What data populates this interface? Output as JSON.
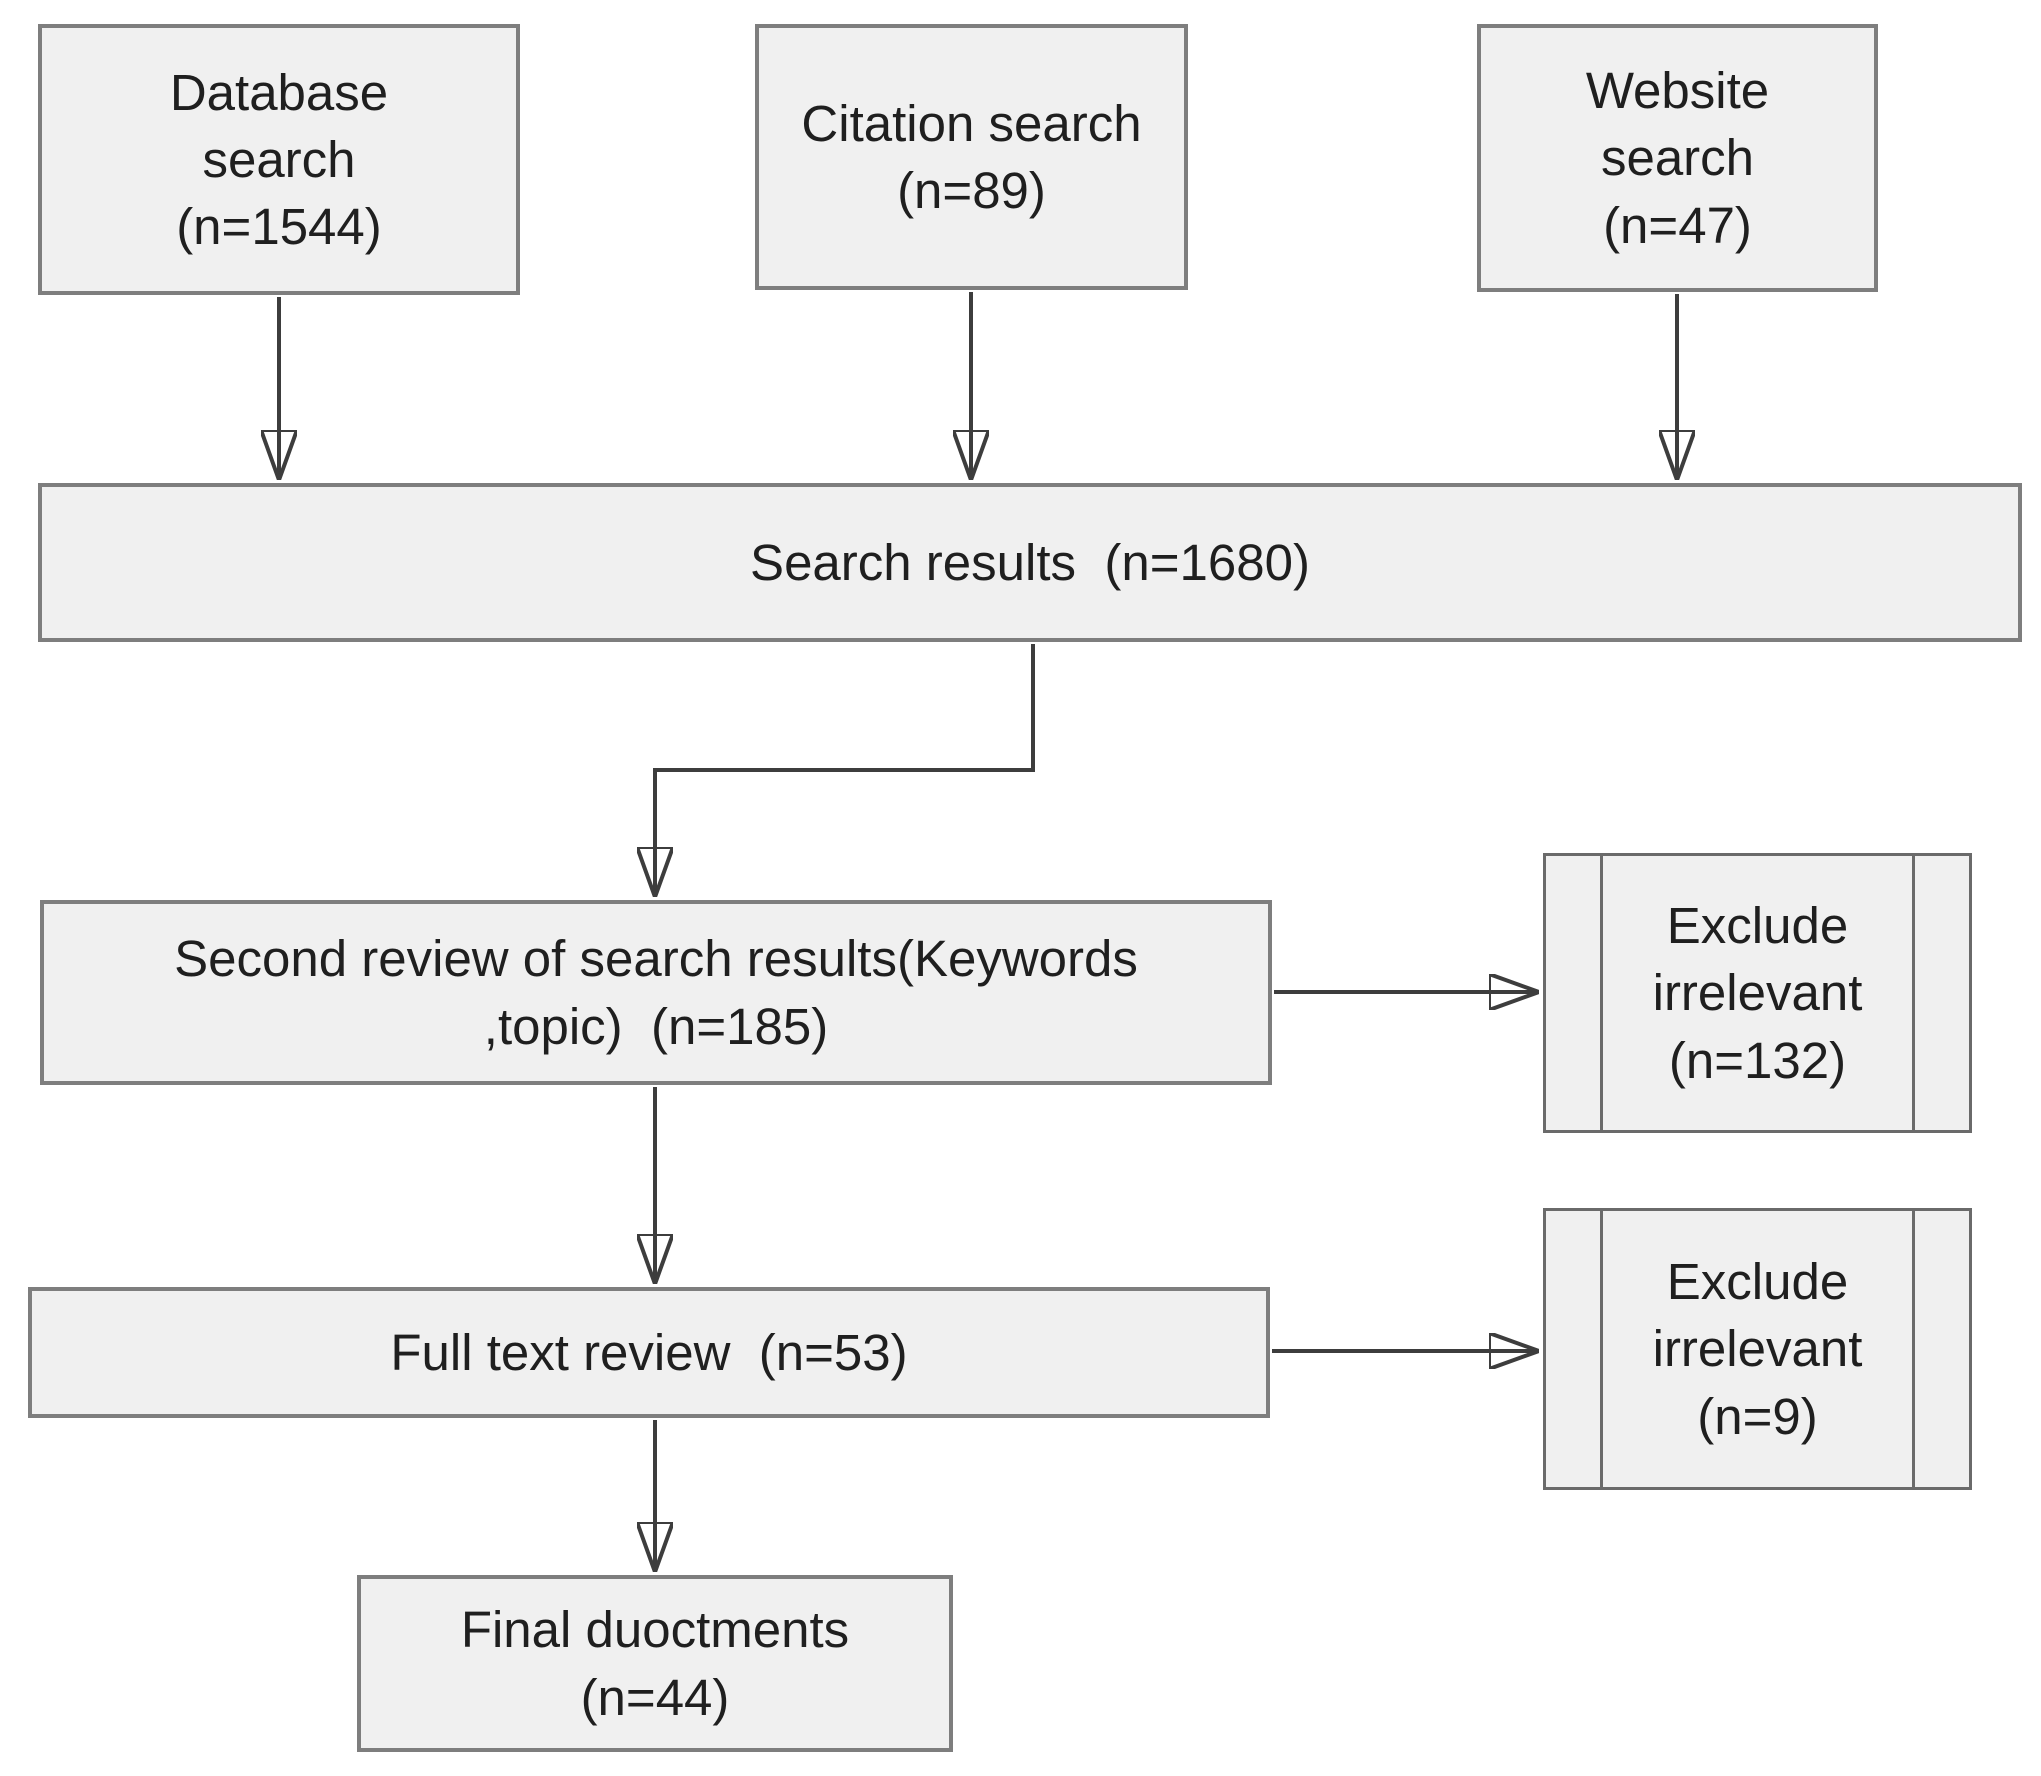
{
  "diagram": {
    "type": "flowchart",
    "nodes": {
      "database": {
        "label": "Database\nsearch\n(n=1544)",
        "count": 1544,
        "shape": "rectangle"
      },
      "citation": {
        "label": "Citation search\n(n=89)",
        "count": 89,
        "shape": "rectangle"
      },
      "website": {
        "label": "Website\nsearch\n(n=47)",
        "count": 47,
        "shape": "rectangle"
      },
      "search_results": {
        "label": "Search results  (n=1680)",
        "count": 1680,
        "shape": "rectangle"
      },
      "second_review": {
        "label": "Second review of search results(Keywords\n,topic)  (n=185)",
        "count": 185,
        "shape": "rectangle"
      },
      "exclude_1": {
        "label": "Exclude\nirrelevant\n(n=132)",
        "count": 132,
        "shape": "predefined-process"
      },
      "full_text": {
        "label": "Full text review  (n=53)",
        "count": 53,
        "shape": "rectangle"
      },
      "exclude_2": {
        "label": "Exclude\nirrelevant\n(n=9)",
        "count": 9,
        "shape": "predefined-process"
      },
      "final": {
        "label": "Final duoctments\n(n=44)",
        "count": 44,
        "shape": "rectangle"
      }
    },
    "edges": [
      {
        "from": "database",
        "to": "search_results",
        "style": "straight-down"
      },
      {
        "from": "citation",
        "to": "search_results",
        "style": "straight-down"
      },
      {
        "from": "website",
        "to": "search_results",
        "style": "straight-down"
      },
      {
        "from": "search_results",
        "to": "second_review",
        "style": "elbow-down-left-down"
      },
      {
        "from": "second_review",
        "to": "exclude_1",
        "style": "straight-right"
      },
      {
        "from": "second_review",
        "to": "full_text",
        "style": "straight-down"
      },
      {
        "from": "full_text",
        "to": "exclude_2",
        "style": "straight-right"
      },
      {
        "from": "full_text",
        "to": "final",
        "style": "straight-down"
      }
    ],
    "colors": {
      "box_fill": "#f0f0f0",
      "box_border": "#7e7e7e",
      "connector": "#3d3d3d",
      "text": "#1f1f1f",
      "background": "#ffffff"
    }
  }
}
